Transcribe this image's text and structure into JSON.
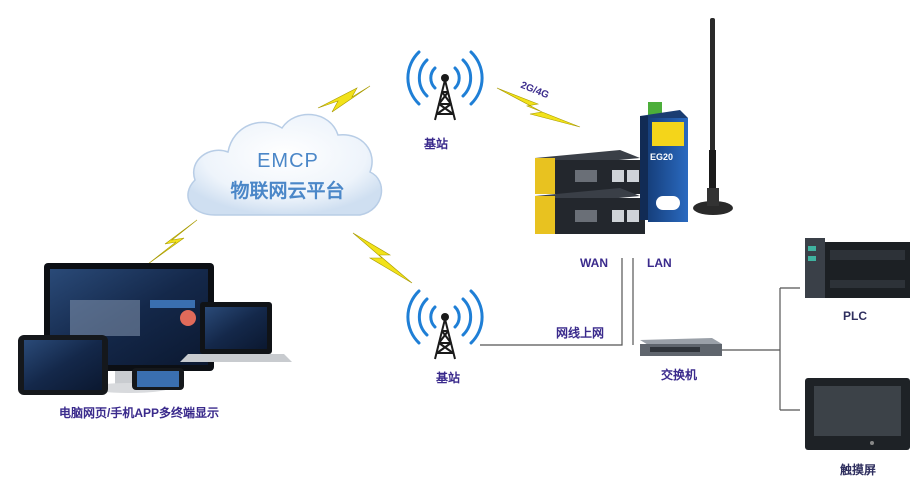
{
  "cloud": {
    "line1": "EMCP",
    "line2": "物联网云平台"
  },
  "labels": {
    "base_station_top": "基站",
    "base_station_bottom": "基站",
    "cellular": "2G/4G",
    "wan": "WAN",
    "lan": "LAN",
    "wired_internet": "网线上网",
    "switch": "交换机",
    "plc": "PLC",
    "touchscreen": "触摸屏",
    "terminals": "电脑网页/手机APP多终端显示",
    "device_model": "EG20"
  },
  "colors": {
    "label_purple": "#3a2a8c",
    "cloud_text": "#4b87c8",
    "lightning": "#f2e21a",
    "tower_blue": "#1f7fd6",
    "gateway_blue": "#1f5fae"
  }
}
